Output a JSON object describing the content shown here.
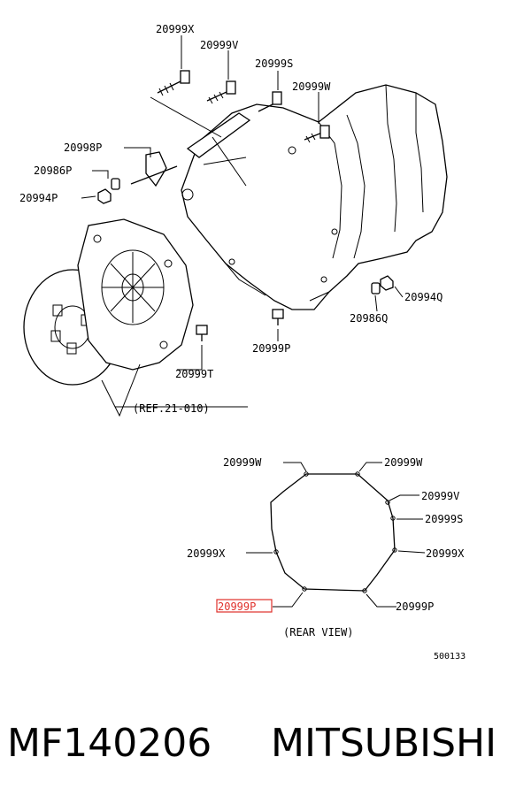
{
  "upper_labels": {
    "p_20999x": "20999X",
    "p_20999v": "20999V",
    "p_20999s": "20999S",
    "p_20999w": "20999W",
    "p_20998p": "20998P",
    "p_20986p": "20986P",
    "p_20994p": "20994P",
    "p_20994q": "20994Q",
    "p_20986q": "20986Q",
    "p_20999p": "20999P",
    "p_20999t": "20999T",
    "ref": "(REF.21-010)"
  },
  "rear_labels": {
    "w_left": "20999W",
    "w_right": "20999W",
    "v_right": "20999V",
    "s_right": "20999S",
    "x_left": "20999X",
    "x_right": "20999X",
    "p_left": "20999P",
    "p_right": "20999P",
    "caption": "(REAR VIEW)"
  },
  "diagram_code": "500133",
  "part_number": "MF140206",
  "brand": "MITSUBISHI",
  "highlight_color": "#e0302a"
}
